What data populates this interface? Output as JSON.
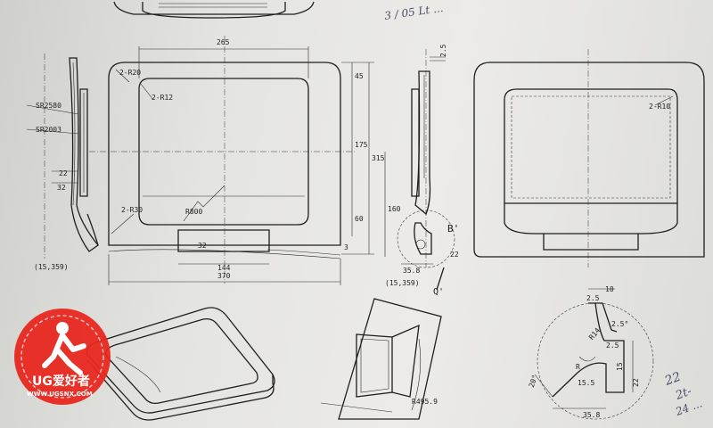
{
  "front_view": {
    "width": "265",
    "height": "315",
    "radius_outer": "2-R20",
    "radius_inner": "2-R12",
    "radius_bottom": "2-R30",
    "radius_large": "R800",
    "dim_top": "45",
    "dim_mid": "175",
    "dim_lower": "60",
    "dim_base_h": "160",
    "dim_tab_h": "32",
    "dim_tab_w": "144",
    "dim_total_w": "370",
    "dim_base_offset": "3",
    "coord": "(15,359)"
  },
  "left_view": {
    "sr_outer": "SR2580",
    "sr_inner": "SR2003",
    "dim_a": "22",
    "dim_b": "32",
    "coord": "(15,359)"
  },
  "side_view": {
    "dim_top": "2.5",
    "dim_bottom": "22",
    "dim_width": "35.8",
    "detail_label": "B'",
    "section_label": "Q'"
  },
  "right_view": {
    "radius": "2-R10"
  },
  "detail_view": {
    "dim_a": "10",
    "dim_b": "2.5",
    "dim_angle": "2.5°",
    "dim_r1": "R14",
    "dim_r2": "R",
    "dim_c": "2.5",
    "dim_d": "15",
    "dim_e": "22",
    "dim_f": "15.5",
    "dim_g": "35.8",
    "dim_angle2": "20°"
  },
  "iso_view": {
    "radius": "R495.9"
  },
  "handwritten": {
    "note_top": "3 / 05  Lt  ...",
    "note_corner1": "22",
    "note_corner2": "2t-",
    "note_corner3": "24 ..."
  },
  "watermark": {
    "brand": "UG爱好者",
    "url": "WWW.UGSNX.COM"
  }
}
